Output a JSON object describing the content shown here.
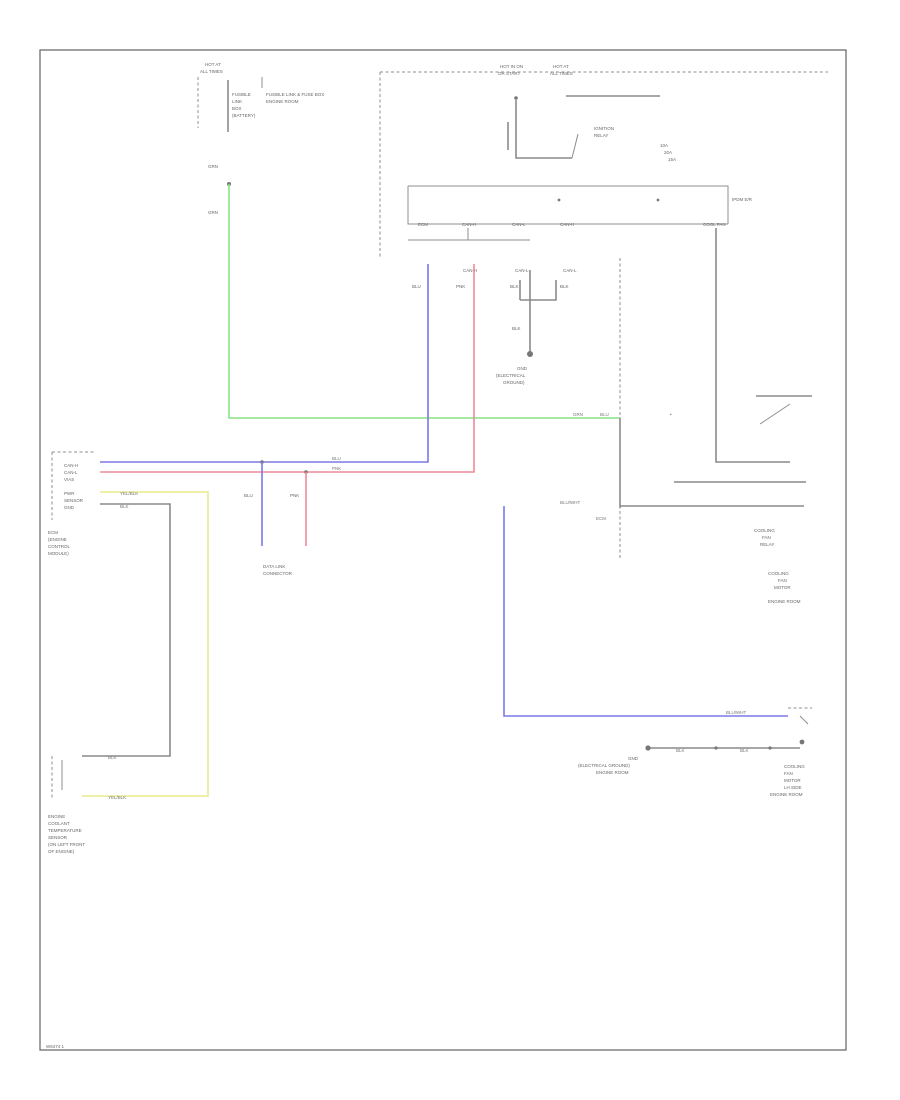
{
  "diagram": {
    "footer_code": "W6474 1",
    "wires": {
      "blue": "#7b78e6",
      "red": "#ee8a98",
      "green": "#86e486",
      "yellow": "#eaea8c",
      "gray": "#8a8a8a"
    },
    "hot_left": {
      "line1": "HOT AT",
      "line2": "ALL TIMES"
    },
    "fuse_box_label": [
      "FUSIBLE",
      "LINK",
      "BOX",
      "(BATTERY)",
      "FUSIBLE LINK & FUSE BOX",
      "ENGINE ROOM"
    ],
    "hot_right_a": {
      "line1": "HOT IN ON",
      "line2": "OR START"
    },
    "hot_right_b": {
      "line1": "HOT AT",
      "line2": "ALL TIMES"
    },
    "ignition_relay": [
      "IGNITION",
      "RELAY"
    ],
    "ipdm_fuses": [
      "10A",
      "20A",
      "15A"
    ],
    "ipdm_label": "IPDM E/R",
    "ipdm_pins": [
      "ECM",
      "CAN-H",
      "CAN-L",
      "CAN-H",
      "CAN-L"
    ],
    "ipdm_relay_pin": "COOL FAN",
    "wire_labels": {
      "grn": "GRN",
      "blu": "BLU",
      "pnk": "PNK",
      "blk": "BLK",
      "yel_blk": "YEL/BLK",
      "blu_wht": "BLU/WHT"
    },
    "ground_label": [
      "GND",
      "(ELECTRICAL",
      "GROUND)"
    ],
    "ecm_block": [
      "CAN-H",
      "CAN-L",
      "VIAS",
      "PWR",
      "SENSOR",
      "GND"
    ],
    "ecm_label": [
      "ECM",
      "(ENGINE",
      "CONTROL",
      "MODULE)"
    ],
    "data_link": [
      "DATA LINK",
      "CONNECTOR"
    ],
    "cooling_fan_relay": [
      "COOLING",
      "FAN",
      "RELAY"
    ],
    "cooling_fan_motor_label": [
      "COOLING",
      "FAN",
      "MOTOR",
      "ENGINE ROOM"
    ],
    "sensor_label": [
      "ENGINE",
      "COOLANT",
      "TEMPERATURE",
      "SENSOR",
      "(ON LEFT FRONT",
      "OF ENGINE)"
    ],
    "ground_bottom": [
      "GND",
      "(ELECTRICAL GROUND)",
      "ENGINE ROOM"
    ],
    "fan_motor_bottom": [
      "COOLING",
      "FAN",
      "MOTOR",
      "LH SIDE",
      "ENGINE ROOM"
    ]
  }
}
